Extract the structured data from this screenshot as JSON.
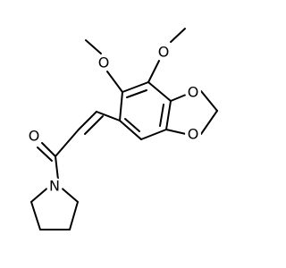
{
  "molecule": {
    "atoms": {
      "o_methoxy_left": "O",
      "o_methoxy_right": "O",
      "o_dioxole_top": "O",
      "o_dioxole_bottom": "O",
      "o_carbonyl": "O",
      "n_pyrrolidine": "N"
    },
    "colors": {
      "bond": "#000000",
      "label": "#000000",
      "background": "#ffffff"
    }
  }
}
